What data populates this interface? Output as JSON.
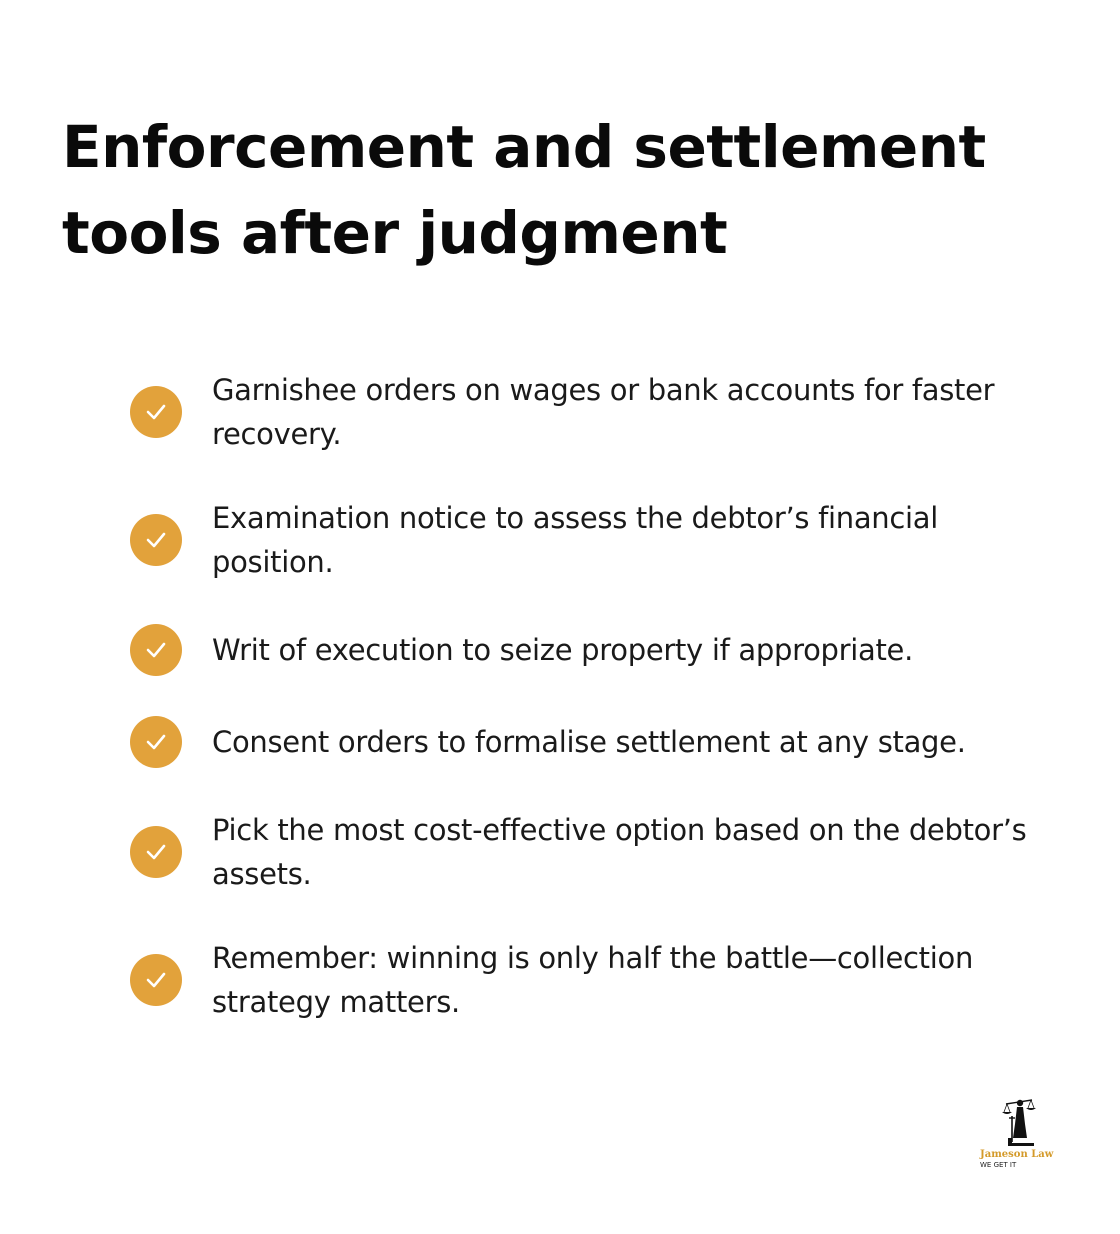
{
  "title": "Enforcement and settlement tools after judgment",
  "accent_color": "#e2a23b",
  "items": [
    {
      "text": "Garnishee orders on wages or bank accounts for faster recovery.",
      "icon": "check-icon"
    },
    {
      "text": "Examination notice to assess the debtor’s financial position.",
      "icon": "check-icon"
    },
    {
      "text": "Writ of execution to seize property if appropriate.",
      "icon": "check-icon"
    },
    {
      "text": "Consent orders to formalise settlement at any stage.",
      "icon": "check-icon"
    },
    {
      "text": "Pick the most cost-effective option based on the debtor’s assets.",
      "icon": "check-icon"
    },
    {
      "text": "Remember: winning is only half the battle—collection strategy matters.",
      "icon": "check-icon"
    }
  ],
  "logo": {
    "name": "Jameson Law",
    "tagline": "WE GET IT",
    "icon": "lady-justice-icon"
  }
}
